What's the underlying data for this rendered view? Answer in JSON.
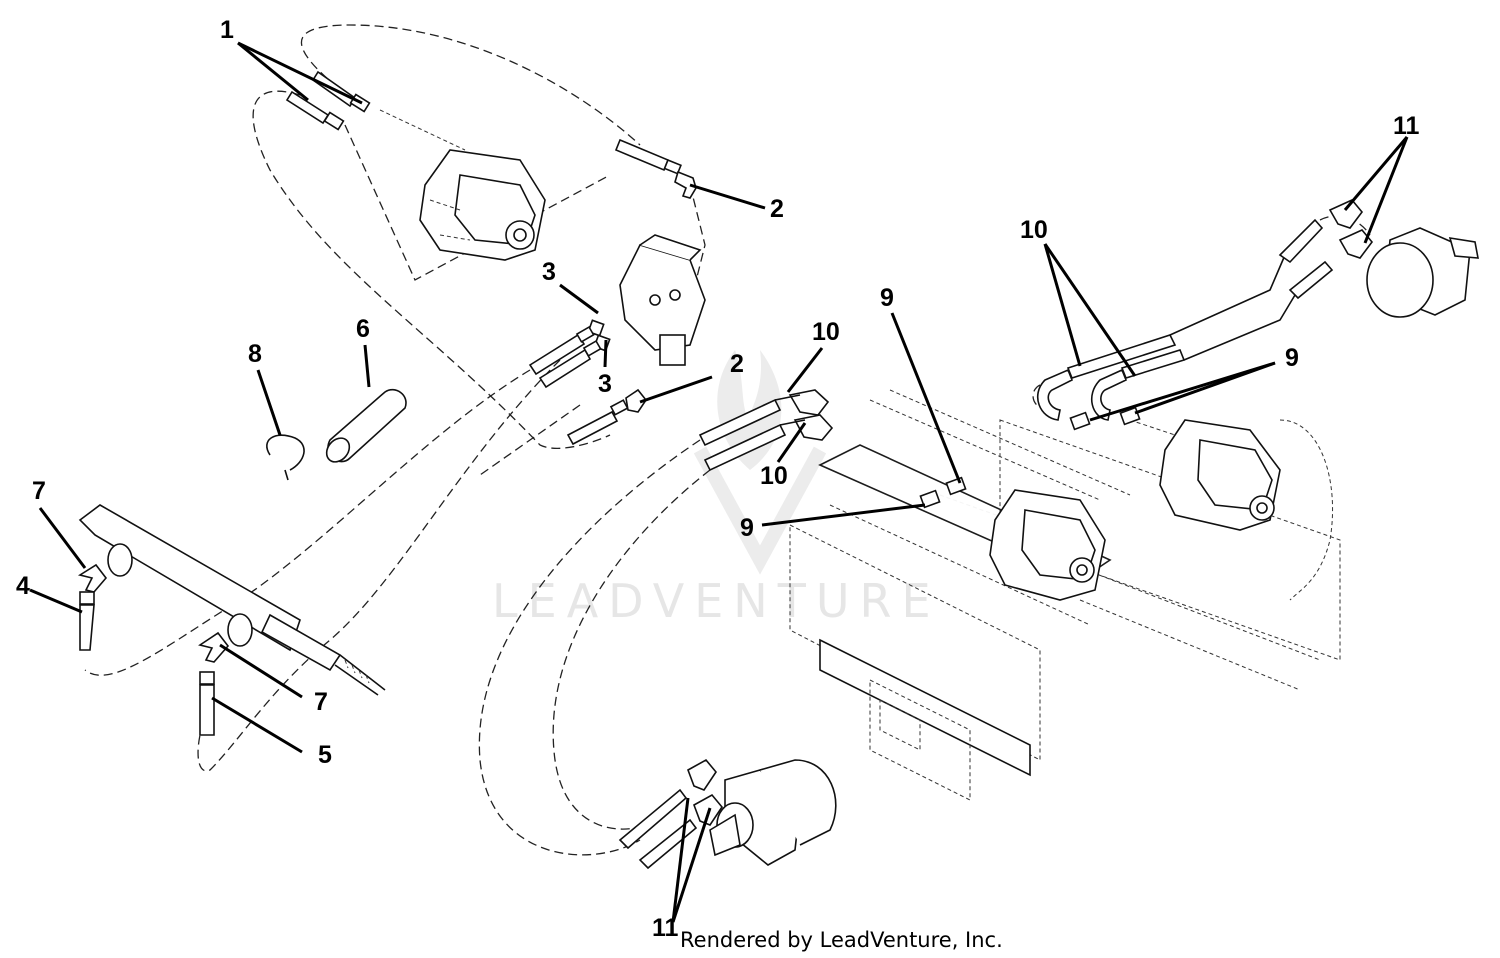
{
  "callouts": {
    "c1": "1",
    "c2a": "2",
    "c2b": "2",
    "c3a": "3",
    "c3b": "3",
    "c4": "4",
    "c5": "5",
    "c6": "6",
    "c7a": "7",
    "c7b": "7",
    "c8": "8",
    "c9a": "9",
    "c9b": "9",
    "c9c": "9",
    "c10a": "10",
    "c10b": "10",
    "c10c": "10",
    "c11a": "11",
    "c11b": "11"
  },
  "watermark": "LEADVENTURE",
  "footer": "Rendered by LeadVenture, Inc.",
  "colors": {
    "line": "#000000",
    "background": "#ffffff",
    "watermark": "#e6e6e6"
  }
}
